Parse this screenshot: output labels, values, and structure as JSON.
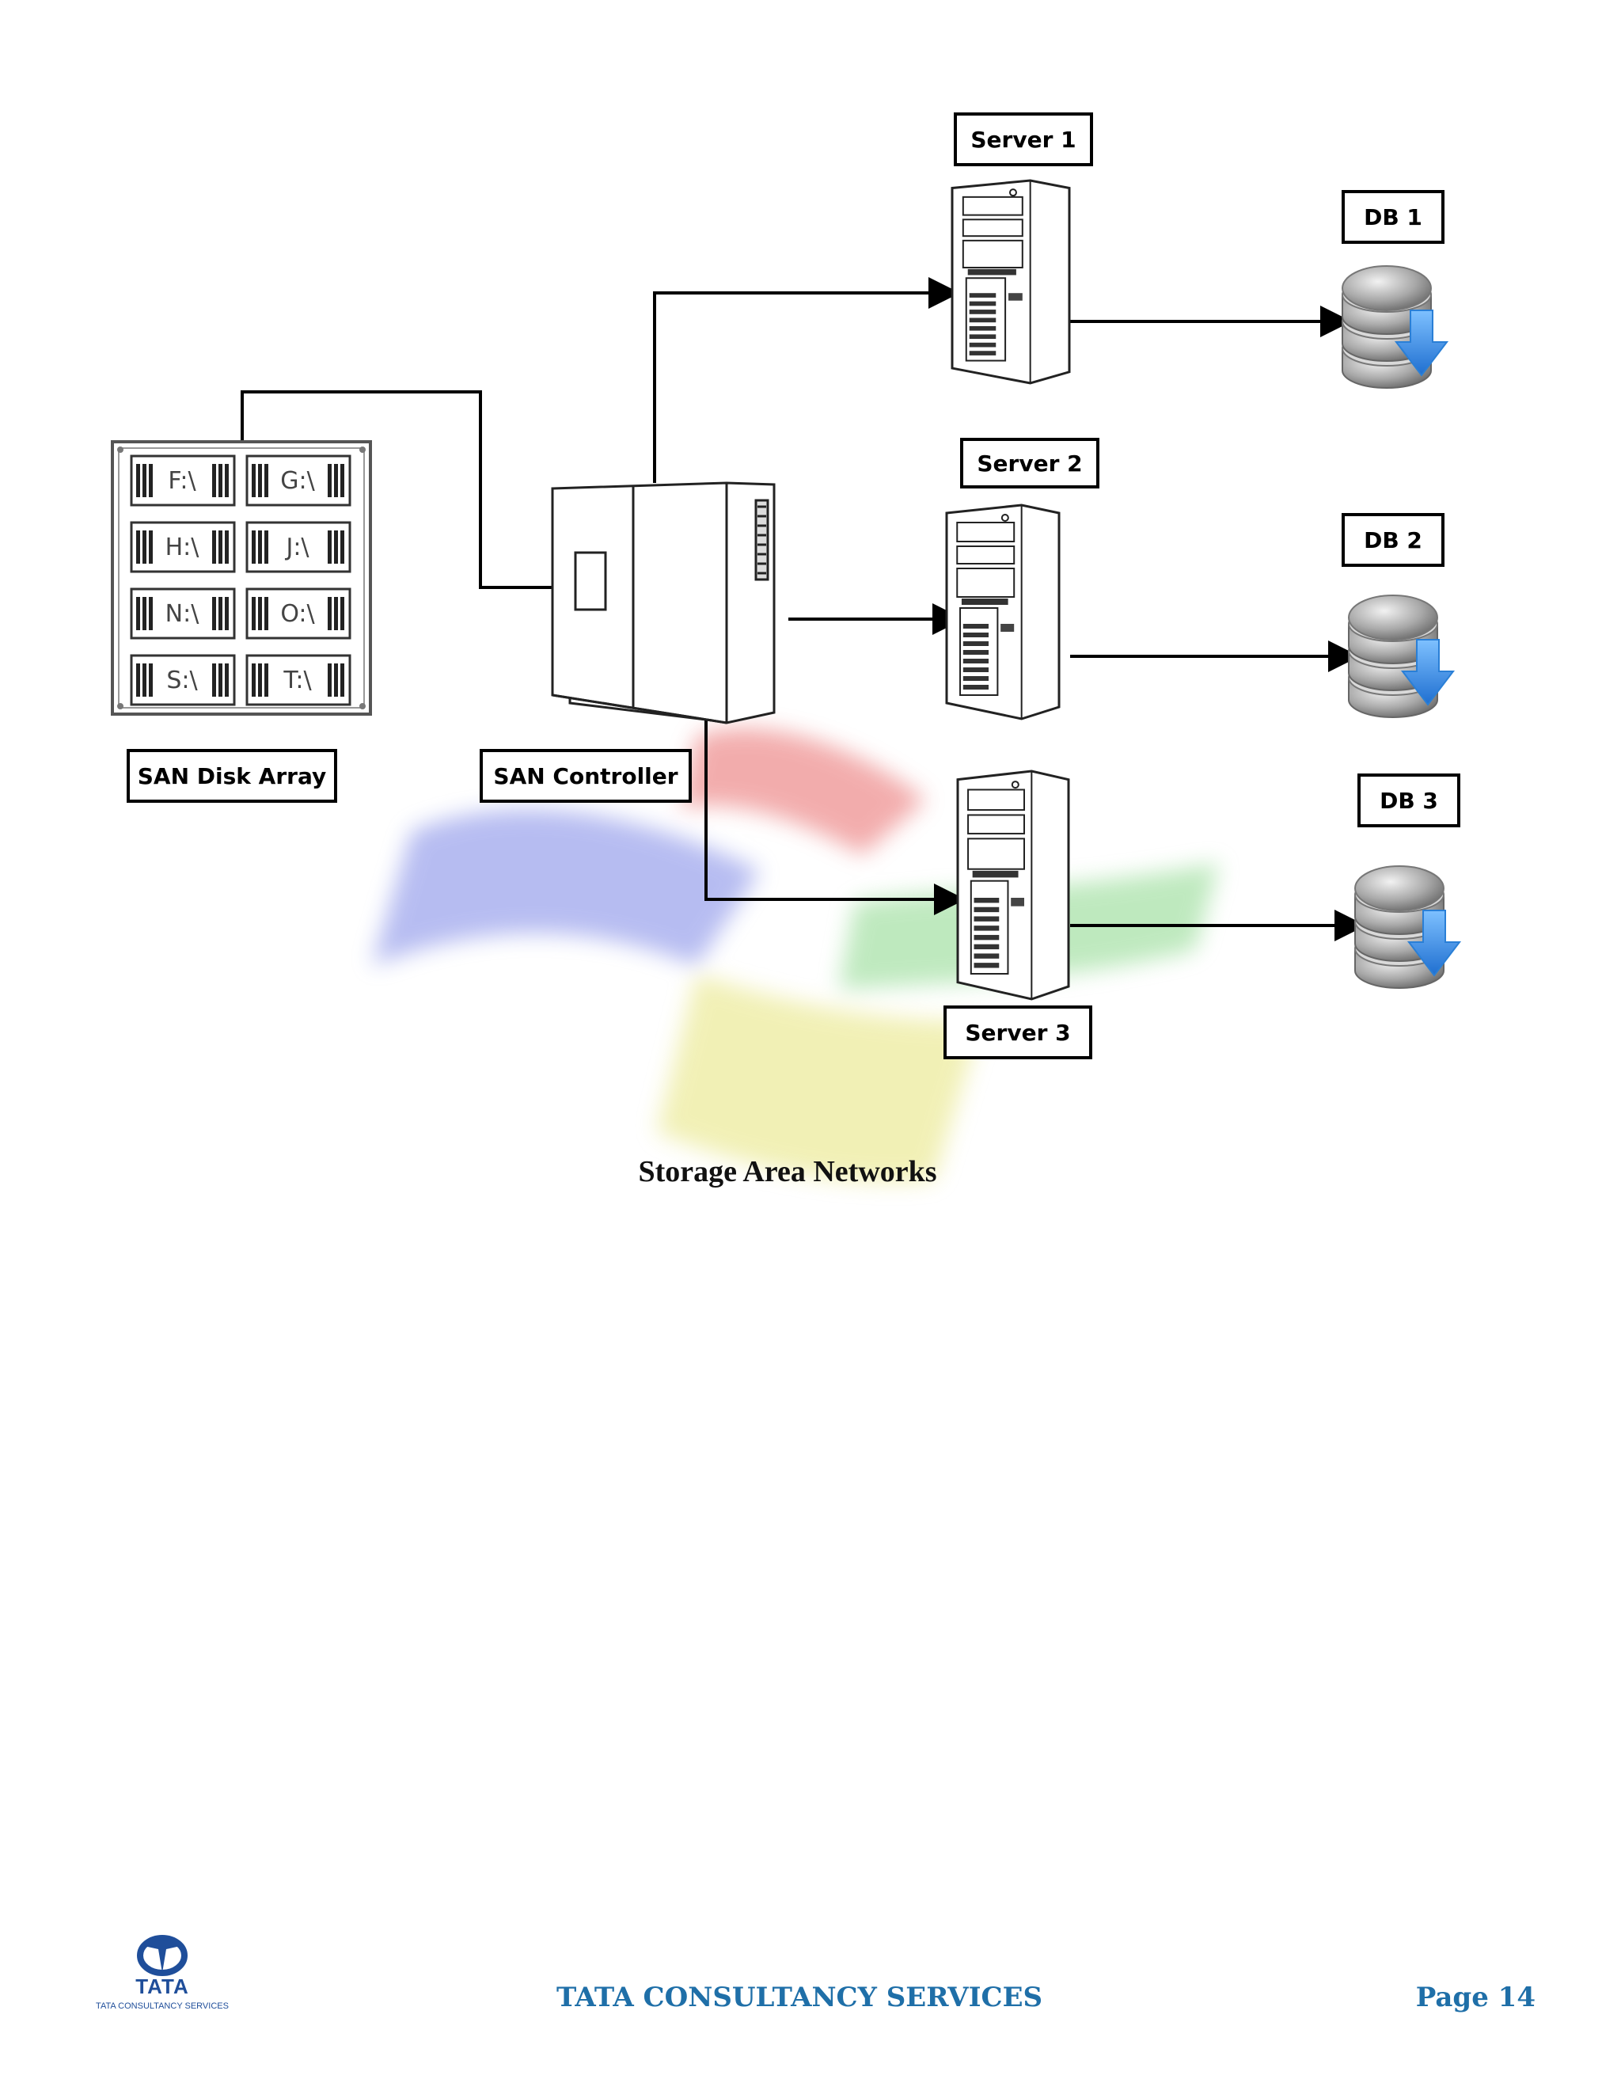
{
  "labels": {
    "server1": "Server 1",
    "server2": "Server 2",
    "server3": "Server 3",
    "db1": "DB 1",
    "db2": "DB 2",
    "db3": "DB 3",
    "san_disk_array": "SAN Disk Array",
    "san_controller": "SAN Controller"
  },
  "disk_slots": [
    "F:\\",
    "G:\\",
    "H:\\",
    "J:\\",
    "N:\\",
    "O:\\",
    "S:\\",
    "T:\\"
  ],
  "caption": "Storage Area Networks",
  "footer": {
    "company": "TATA CONSULTANCY SERVICES",
    "page": "Page 14",
    "logo_word": "TATA",
    "logo_sub": "TATA CONSULTANCY SERVICES"
  },
  "colors": {
    "footer_text": "#1f6fa8",
    "db_arrow": "#2a7fd6",
    "logo": "#1f4e9a"
  },
  "icons": {
    "server": "tower-server-icon",
    "database": "database-download-icon",
    "controller": "san-controller-icon",
    "disk_array": "disk-array-icon",
    "watermark": "windows-logo-watermark"
  }
}
